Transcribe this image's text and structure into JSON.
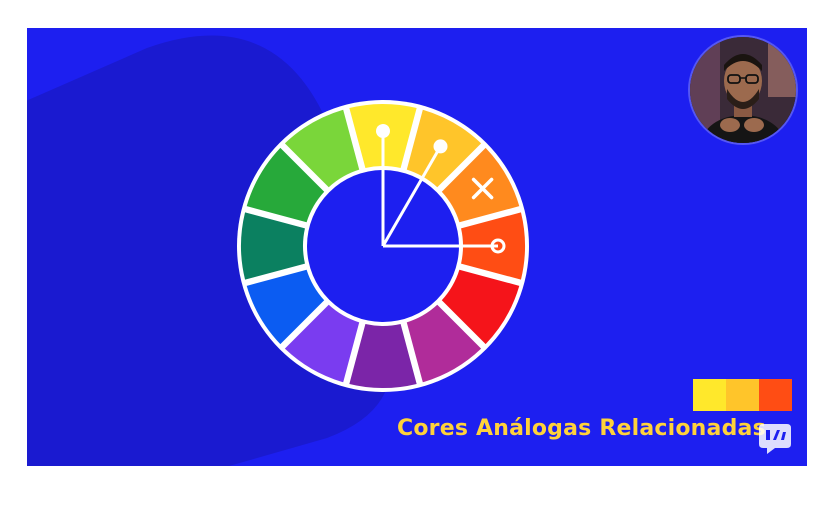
{
  "video": {
    "background_color": "#1d1ff0",
    "background_shape_color": "#1a1ad0",
    "caption": "Cores Análogas Relacionadas",
    "caption_color": "#ffd23a",
    "webcam": {
      "description_icon": "presenter-webcam"
    },
    "watermark_icon": "channel-logo-icon"
  },
  "color_wheel": {
    "segments": [
      {
        "name": "yellow",
        "color": "#ffe82b"
      },
      {
        "name": "yellow-orange",
        "color": "#ffc52a"
      },
      {
        "name": "orange",
        "color": "#ff8a1e"
      },
      {
        "name": "red-orange",
        "color": "#ff4d14"
      },
      {
        "name": "red",
        "color": "#f5141a"
      },
      {
        "name": "red-violet",
        "color": "#b02c9a"
      },
      {
        "name": "violet",
        "color": "#7b25a8"
      },
      {
        "name": "blue-violet",
        "color": "#7a3cf0"
      },
      {
        "name": "blue",
        "color": "#0b5cf2"
      },
      {
        "name": "blue-green",
        "color": "#0b8060"
      },
      {
        "name": "green",
        "color": "#27a93a"
      },
      {
        "name": "yellow-green",
        "color": "#7ad63a"
      }
    ],
    "markers": [
      {
        "segment": "yellow",
        "symbol": "dot"
      },
      {
        "segment": "yellow-orange",
        "symbol": "dot"
      },
      {
        "segment": "orange",
        "symbol": "×"
      },
      {
        "segment": "red-orange",
        "symbol": "ring"
      }
    ]
  },
  "swatches": [
    "#ffe82b",
    "#ffc52a",
    "#ff4d14"
  ]
}
